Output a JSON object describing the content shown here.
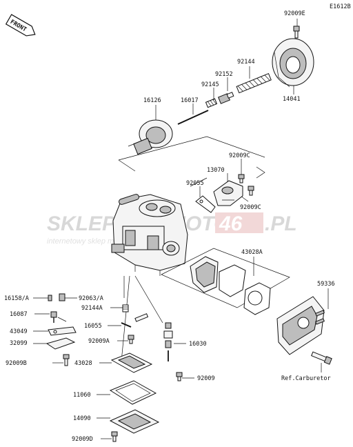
{
  "header": {
    "code": "E1612B",
    "front_badge": "FRONT"
  },
  "watermark": {
    "brand_left": "SKLEP",
    "brand_mid": "MOTO",
    "brand_num": "46",
    "brand_tld": ".PL",
    "tagline": "internetowy sklep motocyklowy"
  },
  "labels": {
    "p92009E": "92009E",
    "p92144": "92144",
    "p92152": "92152",
    "p92145": "92145",
    "p16017": "16017",
    "p16126": "16126",
    "p14041": "14041",
    "p92009C_a": "92009C",
    "p13070": "13070",
    "p92055": "92055",
    "p92009C_b": "92009C",
    "p43028A": "43028A",
    "p59336": "59336",
    "p16158A": "16158/A",
    "p92063A": "92063/A",
    "p16087": "16087",
    "p92144A": "92144A",
    "p43049": "43049",
    "p16055": "16055",
    "p32099": "32099",
    "p92009A": "92009A",
    "p16030": "16030",
    "p92009B": "92009B",
    "p43028": "43028",
    "p92009": "92009",
    "p11060": "11060",
    "p14090": "14090",
    "p92009D": "92009D",
    "ref_carburetor": "Ref.Carburetor"
  }
}
